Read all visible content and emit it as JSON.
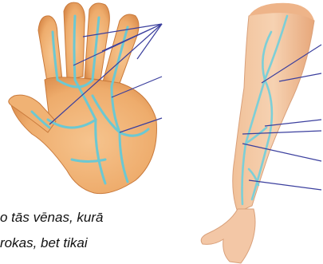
{
  "caption": {
    "line1": "o tās vēnas, kurā",
    "line2": "rokas, bet tikai"
  },
  "colors": {
    "skin": "#f2b87e",
    "skin_dark": "#d98a4a",
    "vein": "#7ccfd7",
    "vein_edge": "#4aa7b3",
    "pointer_line": "#3b3f9e"
  },
  "figures": [
    "hand-palm-veins",
    "arm-veins"
  ]
}
